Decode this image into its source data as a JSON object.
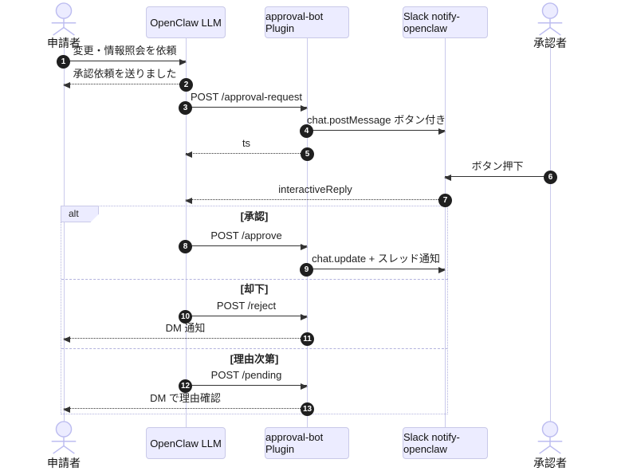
{
  "diagram": {
    "type": "sequence",
    "participants": [
      {
        "name": "申請者",
        "kind": "actor"
      },
      {
        "name": "OpenClaw LLM",
        "kind": "participant"
      },
      {
        "name": "approval-bot Plugin",
        "kind": "participant"
      },
      {
        "name": "Slack notify-openclaw",
        "kind": "participant"
      },
      {
        "name": "承認者",
        "kind": "actor"
      }
    ],
    "messages": [
      {
        "num": "1",
        "label": "変更・情報照会を依頼",
        "from": "申請者",
        "to": "OpenClaw LLM",
        "style": "solid"
      },
      {
        "num": "2",
        "label": "承認依頼を送りました",
        "from": "OpenClaw LLM",
        "to": "申請者",
        "style": "dashed"
      },
      {
        "num": "3",
        "label": "POST /approval-request",
        "from": "OpenClaw LLM",
        "to": "approval-bot Plugin",
        "style": "solid"
      },
      {
        "num": "4",
        "label": "chat.postMessage ボタン付き",
        "from": "approval-bot Plugin",
        "to": "Slack notify-openclaw",
        "style": "solid"
      },
      {
        "num": "5",
        "label": "ts",
        "from": "approval-bot Plugin",
        "to": "OpenClaw LLM",
        "style": "dashed"
      },
      {
        "num": "6",
        "label": "ボタン押下",
        "from": "承認者",
        "to": "Slack notify-openclaw",
        "style": "solid"
      },
      {
        "num": "7",
        "label": "interactiveReply",
        "from": "Slack notify-openclaw",
        "to": "OpenClaw LLM",
        "style": "dashed"
      },
      {
        "num": "8",
        "label": "POST /approve",
        "from": "OpenClaw LLM",
        "to": "approval-bot Plugin",
        "style": "solid"
      },
      {
        "num": "9",
        "label": "chat.update + スレッド通知",
        "from": "approval-bot Plugin",
        "to": "Slack notify-openclaw",
        "style": "solid"
      },
      {
        "num": "10",
        "label": "POST /reject",
        "from": "OpenClaw LLM",
        "to": "approval-bot Plugin",
        "style": "solid"
      },
      {
        "num": "11",
        "label": "DM 通知",
        "from": "approval-bot Plugin",
        "to": "申請者",
        "style": "dashed"
      },
      {
        "num": "12",
        "label": "POST /pending",
        "from": "OpenClaw LLM",
        "to": "approval-bot Plugin",
        "style": "solid"
      },
      {
        "num": "13",
        "label": "DM で理由確認",
        "from": "approval-bot Plugin",
        "to": "申請者",
        "style": "dashed"
      }
    ],
    "alt_frame": {
      "label": "alt",
      "conditions": [
        "[承認]",
        "[却下]",
        "[理由次第]"
      ]
    },
    "colors": {
      "participant_fill": "#ECECFF",
      "participant_border": "#c9c9e8",
      "lifeline": "#cacaec",
      "frame_border": "#b3b3de",
      "arrow": "#333333",
      "number_badge": "#1f1f1f",
      "background": "#ffffff"
    }
  }
}
